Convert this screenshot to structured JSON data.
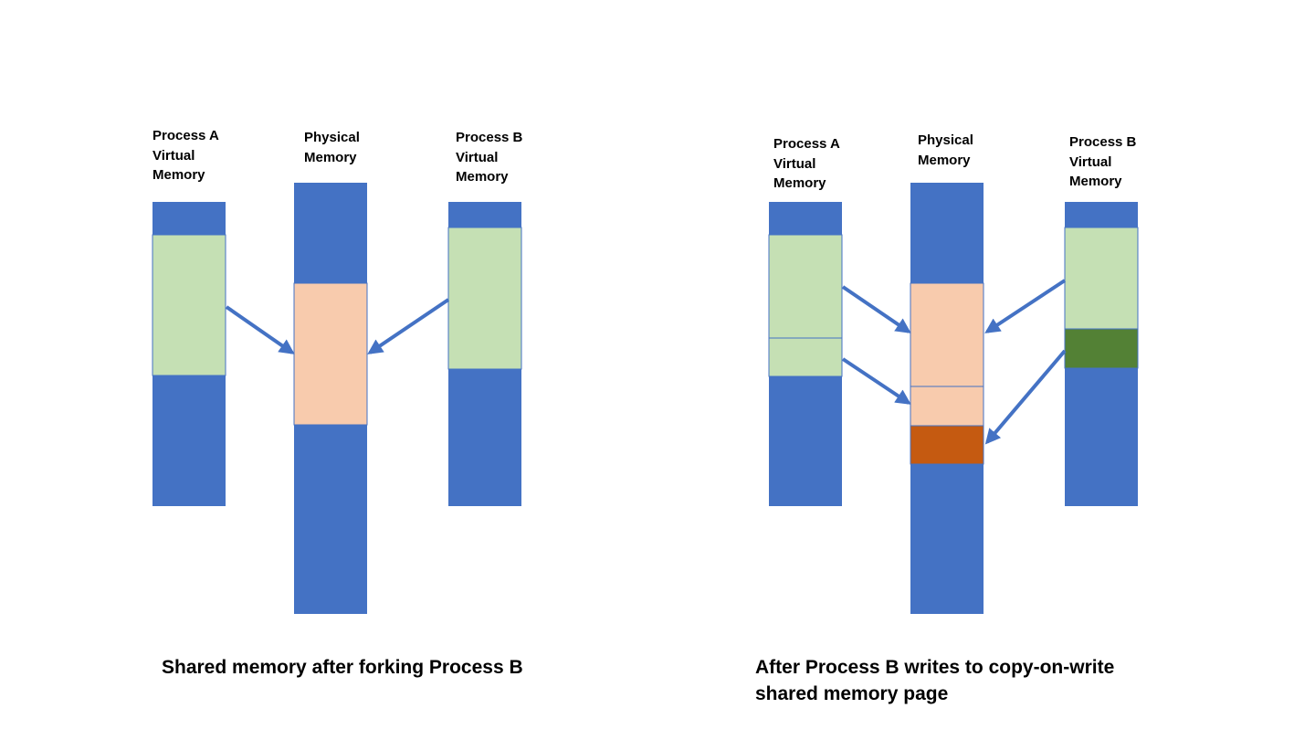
{
  "colors": {
    "memory": "#4472C4",
    "shared_virtual": "#C5E0B4",
    "shared_physical": "#F8CBAD",
    "written_virtual": "#538135",
    "copied_physical": "#C55A11",
    "arrow": "#4472C4",
    "outline": "#4472C4"
  },
  "left": {
    "process_a_label": "Process A\nVirtual\nMemory",
    "physical_label": "Physical\nMemory",
    "process_b_label": "Process B\nVirtual\nMemory",
    "caption": "Shared memory after forking Process B"
  },
  "right": {
    "process_a_label": "Process A\nVirtual\nMemory",
    "physical_label": "Physical\nMemory",
    "process_b_label": "Process B\nVirtual\nMemory",
    "caption": "After Process B writes to copy-on-write\nshared memory page"
  }
}
